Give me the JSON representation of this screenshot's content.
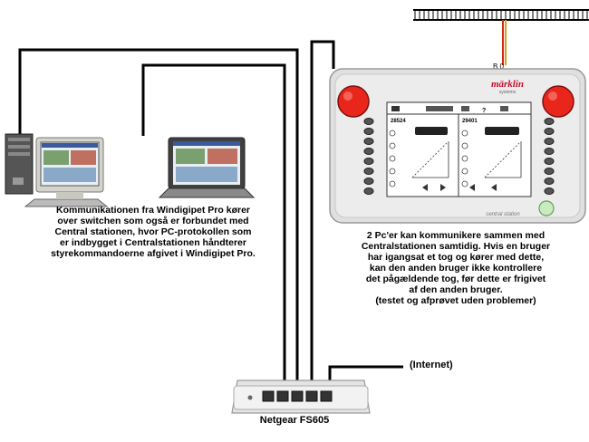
{
  "colors": {
    "cable": "#000000",
    "track_wire_red": "#d02a10",
    "track_wire_yellow": "#d8a020",
    "panel_button_red": "#e8261c",
    "panel_button_green": "#c8ecc0",
    "marklin_red": "#c8102e"
  },
  "icons": [
    "desktop-pc-icon",
    "laptop-icon",
    "central-station-icon",
    "network-switch-icon",
    "rail-track-icon"
  ],
  "left_caption": {
    "lines": [
      "Kommunikationen fra Windigipet Pro kører",
      "over switchen som også er forbundet med",
      "Central stationen, hvor PC-protokollen som",
      "er indbygget i Centralstationen håndterer",
      "styrekommandoerne afgivet i Windigipet Pro."
    ]
  },
  "right_caption": {
    "lines": [
      "2 Pc'er kan kommunikere sammen med",
      "Centralstationen samtidig. Hvis en bruger",
      "har igangsat et tog og kører med dette,",
      "kan den anden bruger ikke kontrollere",
      "det pågældende tog, før dette er frigivet",
      "af den anden bruger.",
      "(testet og afprøvet uden problemer)"
    ]
  },
  "internet_label": "(Internet)",
  "switch_label": "Netgear FS605",
  "central_station": {
    "brand": "märklin",
    "brand_sub": "systems",
    "footer": "central station",
    "track_terminals": "B  0",
    "left_loco_id": "28524",
    "right_loco_id": "29401"
  }
}
